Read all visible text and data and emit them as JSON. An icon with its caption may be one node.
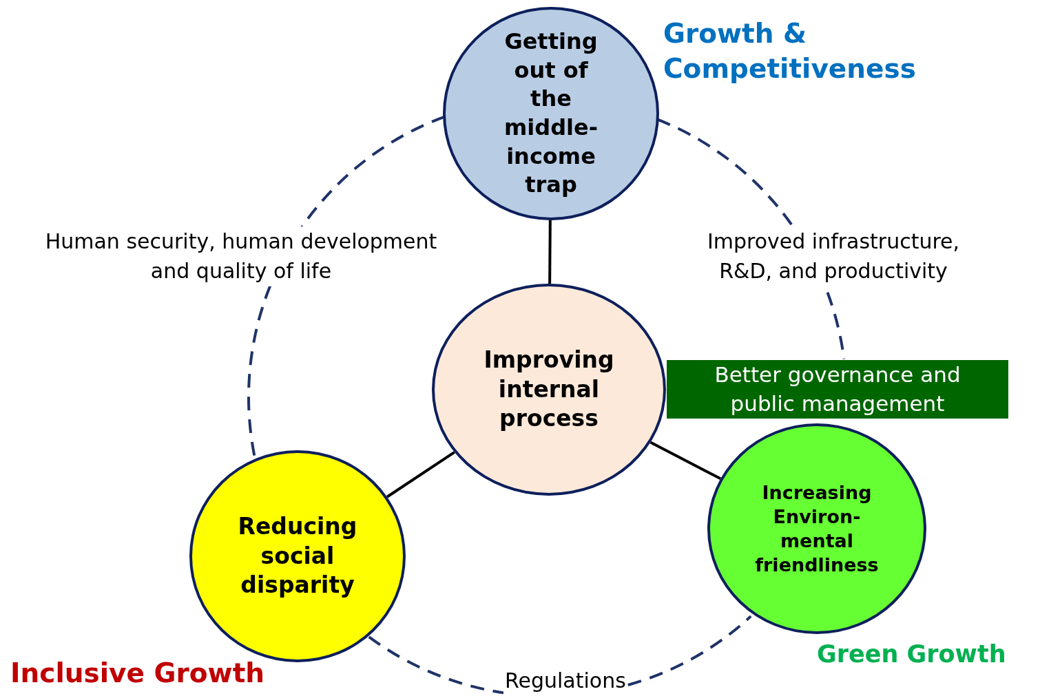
{
  "diagram": {
    "nodes": [
      {
        "text": [
          "Getting out of the middle-income trap"
        ],
        "beside": [
          "Growth & Competitiveness"
        ]
      },
      {
        "text": [
          "Improving internal process"
        ]
      },
      {
        "text": [
          "Reducing social disparity"
        ],
        "beside": [
          "Inclusive Growth"
        ]
      },
      {
        "text": [
          "Increasing Environ-mental friendliness"
        ],
        "beside": [
          "Green Growth"
        ]
      },
      {
        "text": [
          "Better governance and public management"
        ]
      }
    ],
    "edges": [
      {
        "from": 0,
        "to": 1,
        "arrow": "none"
      },
      {
        "from": 1,
        "to": 2,
        "arrow": "none"
      },
      {
        "from": 1,
        "to": 3,
        "arrow": "none"
      },
      {
        "from": 0,
        "to": 2,
        "arrow": "none",
        "style": "dashed",
        "color": "#1f3368",
        "label": "Human security, human development and quality of life"
      },
      {
        "from": 0,
        "to": 4,
        "arrow": "none",
        "style": "dashed",
        "color": "#1f3368",
        "label": "Improved infrastructure, R&D, and productivity"
      },
      {
        "from": 2,
        "to": 3,
        "arrow": "none",
        "style": "dashed",
        "color": "#1f3368",
        "label": "Regulations"
      }
    ]
  }
}
